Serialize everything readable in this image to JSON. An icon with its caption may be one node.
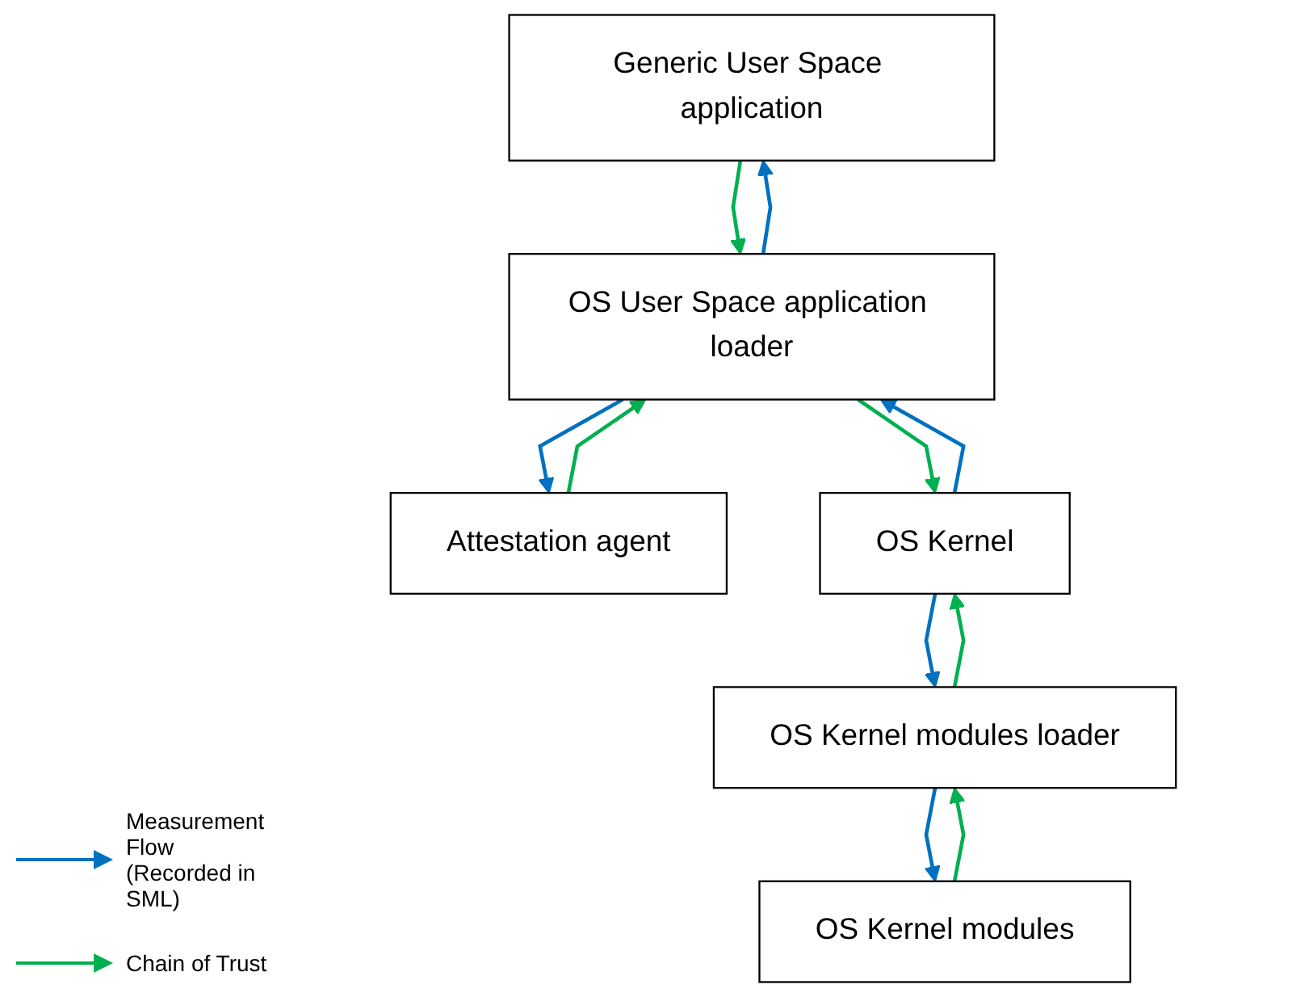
{
  "diagram": {
    "nodes": [
      {
        "text": [
          "Generic User Space application"
        ]
      },
      {
        "text": [
          "Attestation agent"
        ]
      },
      {
        "text": [
          "OS Kernel modules"
        ]
      },
      {
        "text": [
          "OS User Space application loader"
        ]
      },
      {
        "text": [
          "OS Kernel modules loader"
        ]
      },
      {
        "text": [
          "OS Kernel"
        ]
      }
    ],
    "edges": [
      {
        "from": 3,
        "to": 0,
        "arrow": "to",
        "color": "#0070c0"
      },
      {
        "from": 0,
        "to": 3,
        "arrow": "to",
        "color": "#00b050"
      },
      {
        "from": 3,
        "to": 1,
        "arrow": "to",
        "color": "#0070c0"
      },
      {
        "from": 1,
        "to": 3,
        "arrow": "to",
        "color": "#00b050"
      },
      {
        "from": 4,
        "to": 2,
        "arrow": "to",
        "color": "#0070c0"
      },
      {
        "from": 2,
        "to": 4,
        "arrow": "to",
        "color": "#00b050"
      },
      {
        "from": 5,
        "to": 3,
        "arrow": "to",
        "color": "#0070c0"
      },
      {
        "from": 3,
        "to": 5,
        "arrow": "to",
        "color": "#00b050"
      },
      {
        "from": 5,
        "to": 4,
        "arrow": "to",
        "color": "#0070c0"
      },
      {
        "from": 4,
        "to": 5,
        "arrow": "to",
        "color": "#00b050"
      }
    ],
    "legend": [
      {
        "text": "Measurement Flow (Recorded in SML)"
      },
      {
        "text": "Chain of Trust"
      }
    ]
  }
}
